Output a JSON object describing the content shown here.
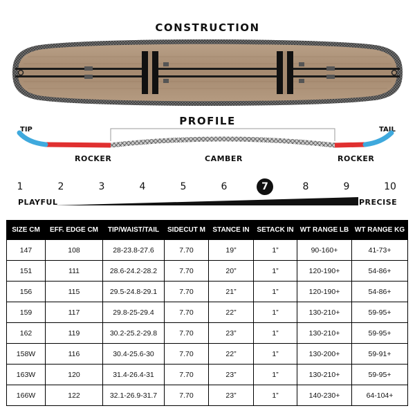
{
  "construction": {
    "title": "CONSTRUCTION"
  },
  "profile": {
    "title": "PROFILE",
    "tip_label": "TIP",
    "tail_label": "TAIL",
    "left_label": "ROCKER",
    "center_label": "CAMBER",
    "right_label": "ROCKER",
    "colors": {
      "tip": "#3fa9dd",
      "rocker": "#e03030",
      "camber": "#888888"
    }
  },
  "flex_scale": {
    "numbers": [
      "1",
      "2",
      "3",
      "4",
      "5",
      "6",
      "7",
      "8",
      "9",
      "10"
    ],
    "selected": "7",
    "left_label": "PLAYFUL",
    "right_label": "PRECISE"
  },
  "spec_table": {
    "headers": [
      "SIZE CM",
      "EFF. EDGE CM",
      "TIP/WAIST/TAIL",
      "SIDECUT M",
      "STANCE IN",
      "SETACK IN",
      "WT RANGE LB",
      "WT RANGE KG"
    ],
    "rows": [
      [
        "147",
        "108",
        "28-23.8-27.6",
        "7.70",
        "19”",
        "1”",
        "90-160+",
        "41-73+"
      ],
      [
        "151",
        "111",
        "28.6-24.2-28.2",
        "7.70",
        "20”",
        "1”",
        "120-190+",
        "54-86+"
      ],
      [
        "156",
        "115",
        "29.5-24.8-29.1",
        "7.70",
        "21”",
        "1”",
        "120-190+",
        "54-86+"
      ],
      [
        "159",
        "117",
        "29.8-25-29.4",
        "7.70",
        "22”",
        "1”",
        "130-210+",
        "59-95+"
      ],
      [
        "162",
        "119",
        "30.2-25.2-29.8",
        "7.70",
        "23”",
        "1”",
        "130-210+",
        "59-95+"
      ],
      [
        "158W",
        "116",
        "30.4-25.6-30",
        "7.70",
        "22”",
        "1”",
        "130-200+",
        "59-91+"
      ],
      [
        "163W",
        "120",
        "31.4-26.4-31",
        "7.70",
        "23”",
        "1”",
        "130-210+",
        "59-95+"
      ],
      [
        "166W",
        "122",
        "32.1-26.9-31.7",
        "7.70",
        "23”",
        "1”",
        "140-230+",
        "64-104+"
      ]
    ]
  }
}
